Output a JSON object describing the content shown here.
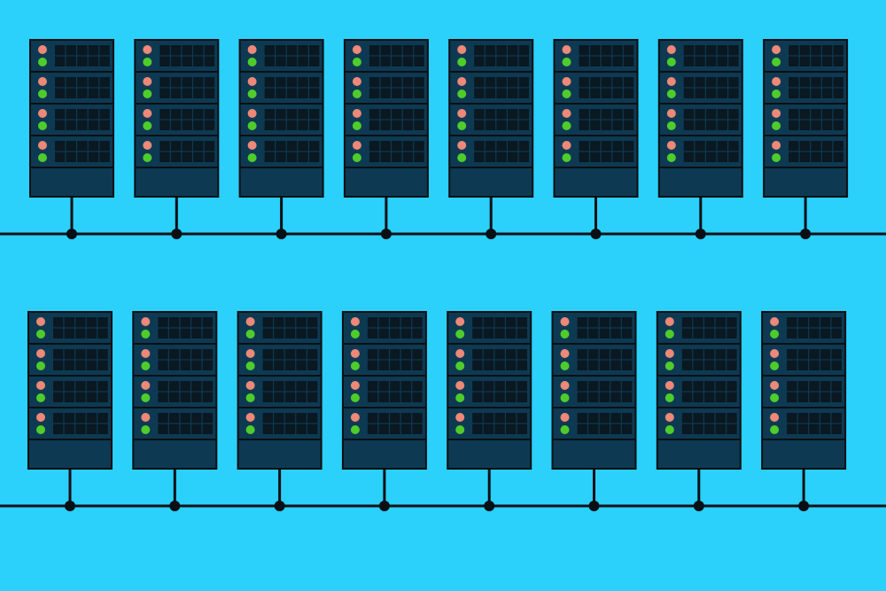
{
  "colors": {
    "background": "#2bd0fb",
    "server_body": "#0d3a52",
    "outline": "#0a0f14",
    "grid_cell": "#0a1822",
    "led_red": "#ee8878",
    "led_green": "#4fcc2a",
    "bus_line": "#0a0f14"
  },
  "rows": [
    {
      "servers": 8,
      "units_per_server": 4
    },
    {
      "servers": 8,
      "units_per_server": 4
    }
  ]
}
